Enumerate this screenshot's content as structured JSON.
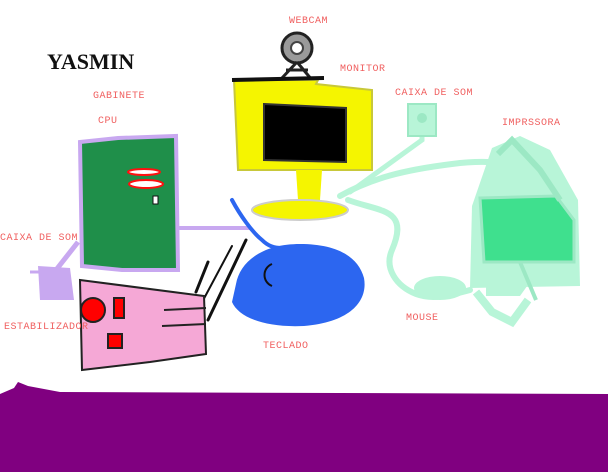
{
  "title": "YASMIN",
  "labels": {
    "webcam": "WEBCAM",
    "monitor": "MONITOR",
    "gabinete": "GABINETE",
    "cpu": "CPU",
    "caixa_de_som_right": "CAIXA DE SOM",
    "impressora": "IMPRSSORA",
    "caixa_de_som_left": "CAIXA DE SOM",
    "estabilizador": "ESTABILIZADOR",
    "mouse": "MOUSE",
    "teclado": "TECLADO"
  },
  "colors": {
    "background": "#ffffff",
    "label_text": "#f06060",
    "title_text": "#111111",
    "monitor_frame": "#f5f500",
    "monitor_screen": "#000000",
    "cabinet": "#1f8f4a",
    "cabinet_border": "#c8a8f0",
    "stabilizer": "#f5a8d6",
    "stabilizer_button": "#ff0000",
    "keyboard_blob": "#2c66f0",
    "printer": "#7ff0b8",
    "printer_outline": "#b8f5d8",
    "speaker": "#c8a8f0",
    "floor": "#800080",
    "webcam": "#9a9a9a"
  }
}
